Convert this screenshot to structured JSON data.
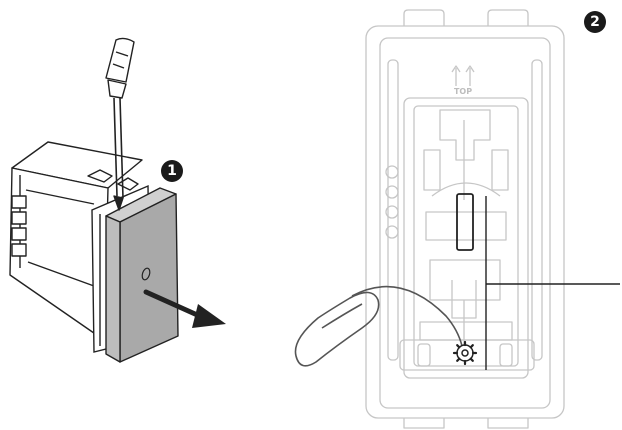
{
  "steps": {
    "first": "1",
    "second": "2"
  },
  "frame": {
    "top_marking": "TOP"
  },
  "icons": {
    "screwdriver": "screwdriver-icon",
    "pull_arrow": "arrow-icon",
    "hook_tool": "hook-tool-icon",
    "settings": "gear-icon"
  },
  "colors": {
    "module_face": "#a9a9a9",
    "outline": "#222222",
    "frame_outline": "#c6c6c6",
    "badge": "#1a1a1a"
  }
}
